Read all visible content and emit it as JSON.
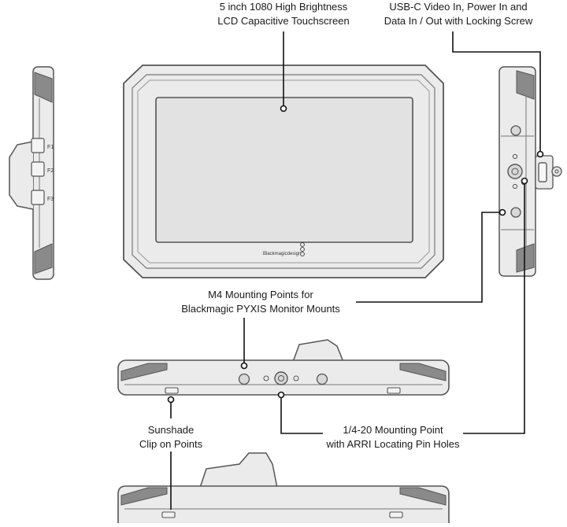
{
  "callouts": {
    "screen": {
      "line1": "5 inch 1080 High Brightness",
      "line2": "LCD Capacitive Touchscreen"
    },
    "usbc": {
      "line1": "USB-C Video In, Power In and",
      "line2": "Data In / Out with Locking Screw"
    },
    "m4": {
      "line1": "M4 Mounting Points for",
      "line2": "Blackmagic PYXIS Monitor Mounts"
    },
    "sunshade": {
      "line1": "Sunshade",
      "line2": "Clip on Points"
    },
    "mount": {
      "line1": "1/4-20 Mounting Point",
      "line2": "with ARRI Locating Pin Holes"
    }
  },
  "device": {
    "brand": "Blackmagicdesign",
    "buttons": [
      "F1",
      "F2",
      "F3"
    ]
  },
  "colors": {
    "outline": "#555555",
    "body_fill": "#ebebeb",
    "screen_fill": "#e2e2e2",
    "dark_band": "#8a8a8a",
    "leader": "#111111"
  }
}
